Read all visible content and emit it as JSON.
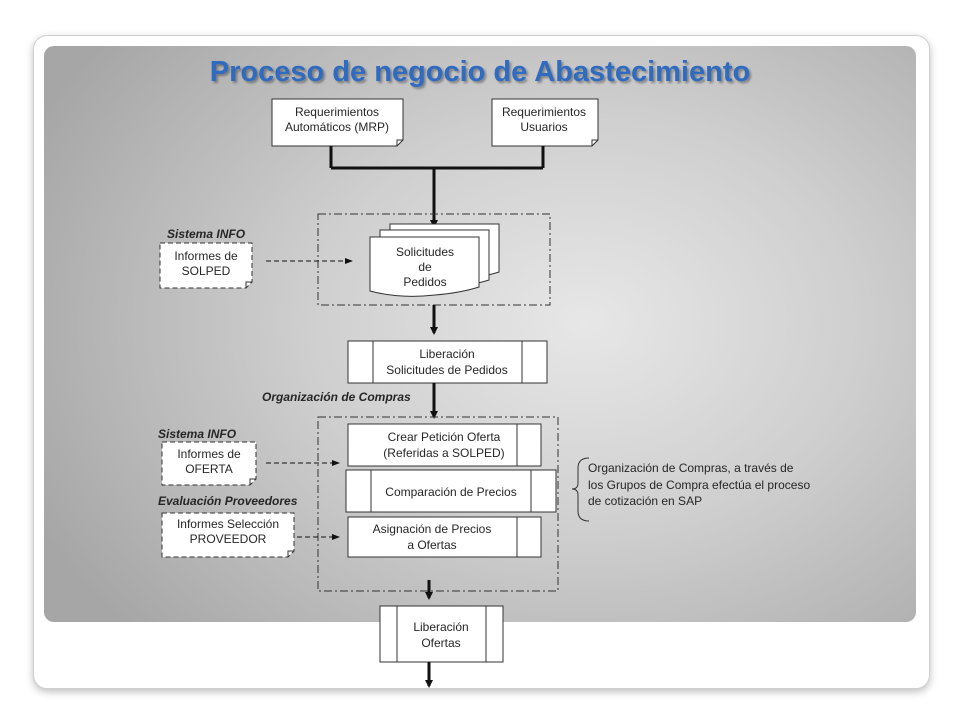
{
  "title": "Proceso de negocio de Abastecimiento",
  "colors": {
    "title": "#2f6bc0",
    "line": "#111111",
    "box_fill": "#ffffff",
    "background": "#c9c9c9"
  },
  "nodes": {
    "req_mrp": {
      "line1": "Requerimientos",
      "line2": "Automáticos (MRP)"
    },
    "req_usuarios": {
      "line1": "Requerimientos",
      "line2": "Usuarios"
    },
    "solicitudes": {
      "line1": "Solicitudes",
      "line2": "de",
      "line3": "Pedidos"
    },
    "informes_solped": {
      "line1": "Informes de",
      "line2": "SOLPED"
    },
    "liberacion_solicitudes": {
      "line1": "Liberación",
      "line2": "Solicitudes de Pedidos"
    },
    "crear_peticion": {
      "line1": "Crear Petición Oferta",
      "line2": "(Referidas a SOLPED)"
    },
    "comparacion": {
      "line1": "Comparación de Precios"
    },
    "asignacion": {
      "line1": "Asignación de Precios",
      "line2": "a Ofertas"
    },
    "informes_oferta": {
      "line1": "Informes de",
      "line2": "OFERTA"
    },
    "informes_seleccion": {
      "line1": "Informes Selección",
      "line2": "PROVEEDOR"
    },
    "liberacion_ofertas": {
      "line1": "Liberación",
      "line2": "Ofertas"
    }
  },
  "labels": {
    "sistema_info_1": "Sistema INFO",
    "sistema_info_2": "Sistema INFO",
    "evaluacion": "Evaluación Proveedores",
    "organizacion": "Organización de Compras"
  },
  "note": {
    "line1": "Organización de Compras, a través de",
    "line2": "los Grupos de Compra efectúa el proceso",
    "line3": "de cotización en SAP"
  }
}
